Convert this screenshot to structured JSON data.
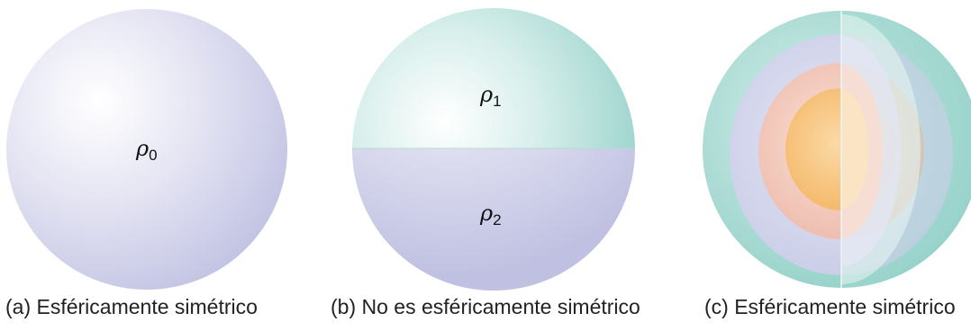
{
  "panels": [
    {
      "caption": "(a) Esféricamente simétrico",
      "labels": [
        {
          "symbol": "ρ",
          "sub": "0"
        }
      ]
    },
    {
      "caption": "(b) No es esféricamente simétrico",
      "labels": [
        {
          "symbol": "ρ",
          "sub": "1"
        },
        {
          "symbol": "ρ",
          "sub": "2"
        }
      ]
    },
    {
      "caption": "(c) Esféricamente simétrico",
      "labels": []
    }
  ],
  "colors": {
    "lavender": "#c4c5e5",
    "teal": "#8fd0c8",
    "peach": "#f2c3b3",
    "orange": "#f6c07a"
  }
}
